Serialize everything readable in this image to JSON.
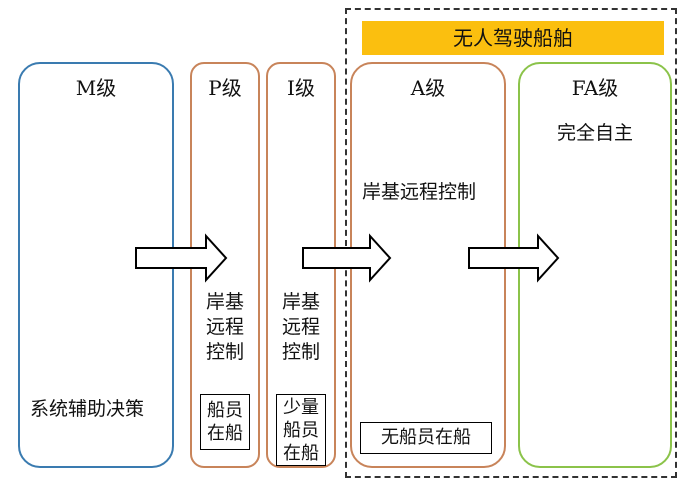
{
  "banner": {
    "label": "无人驾驶船舶",
    "color": "#FBBF0F"
  },
  "levels": {
    "m": {
      "title": "M级",
      "text": "系统辅助决策",
      "color": "#3A7BB0"
    },
    "p": {
      "title": "P级",
      "text": "岸基\n远程\n控制",
      "sub": "船员\n在船",
      "color": "#C8845A"
    },
    "i": {
      "title": "I级",
      "text": "岸基\n远程\n控制",
      "sub": "少量\n船员\n在船",
      "color": "#C8845A"
    },
    "a": {
      "title": "A级",
      "text": "岸基远程控制",
      "sub": "无船员在船",
      "color": "#C8845A"
    },
    "fa": {
      "title": "FA级",
      "text": "完全自主",
      "color": "#8BC34A"
    }
  }
}
